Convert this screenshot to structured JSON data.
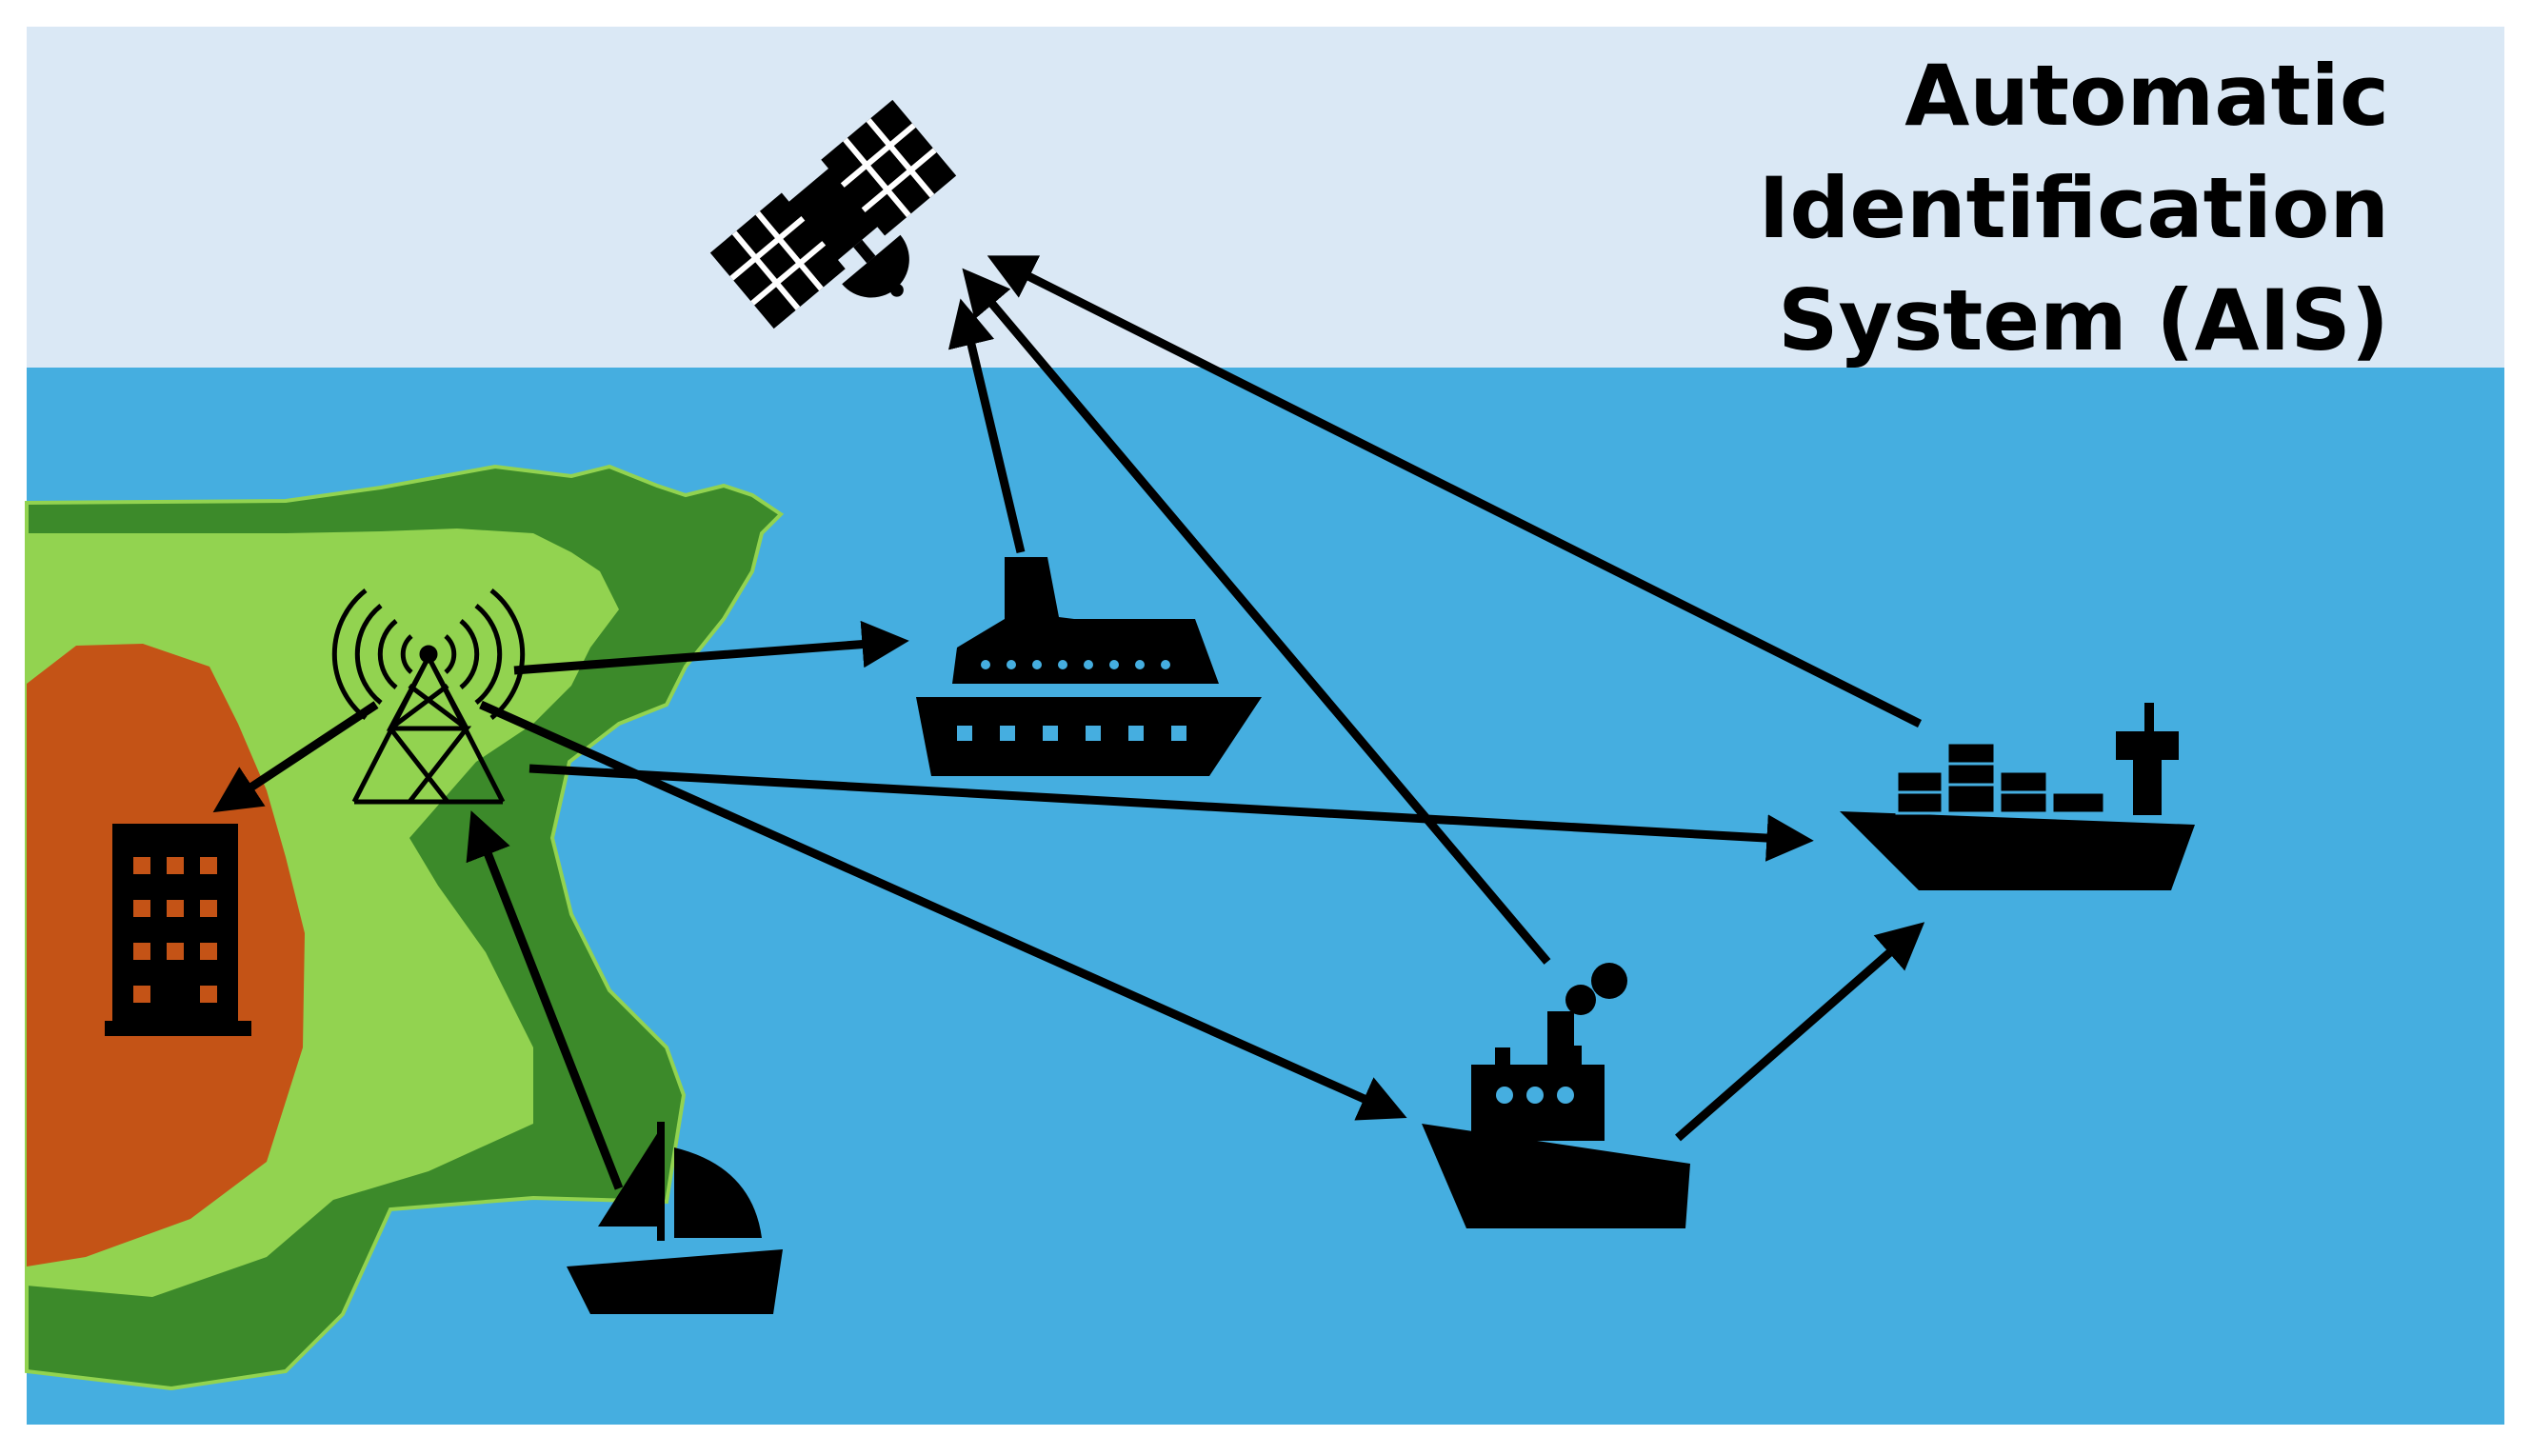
{
  "title": {
    "lines": [
      "Automatic",
      "Identification",
      "System (AIS)"
    ]
  },
  "colors": {
    "sky": "#dae8f5",
    "sea": "#45aee0",
    "land_dark": "#3c8a2a",
    "land_light": "#92d350",
    "land_core": "#c45316",
    "icon": "#000000"
  },
  "icons": [
    "satellite-icon",
    "radio-tower-icon",
    "building-icon",
    "cruise-ship-icon",
    "container-ship-icon",
    "tugboat-icon",
    "sailboat-icon"
  ]
}
